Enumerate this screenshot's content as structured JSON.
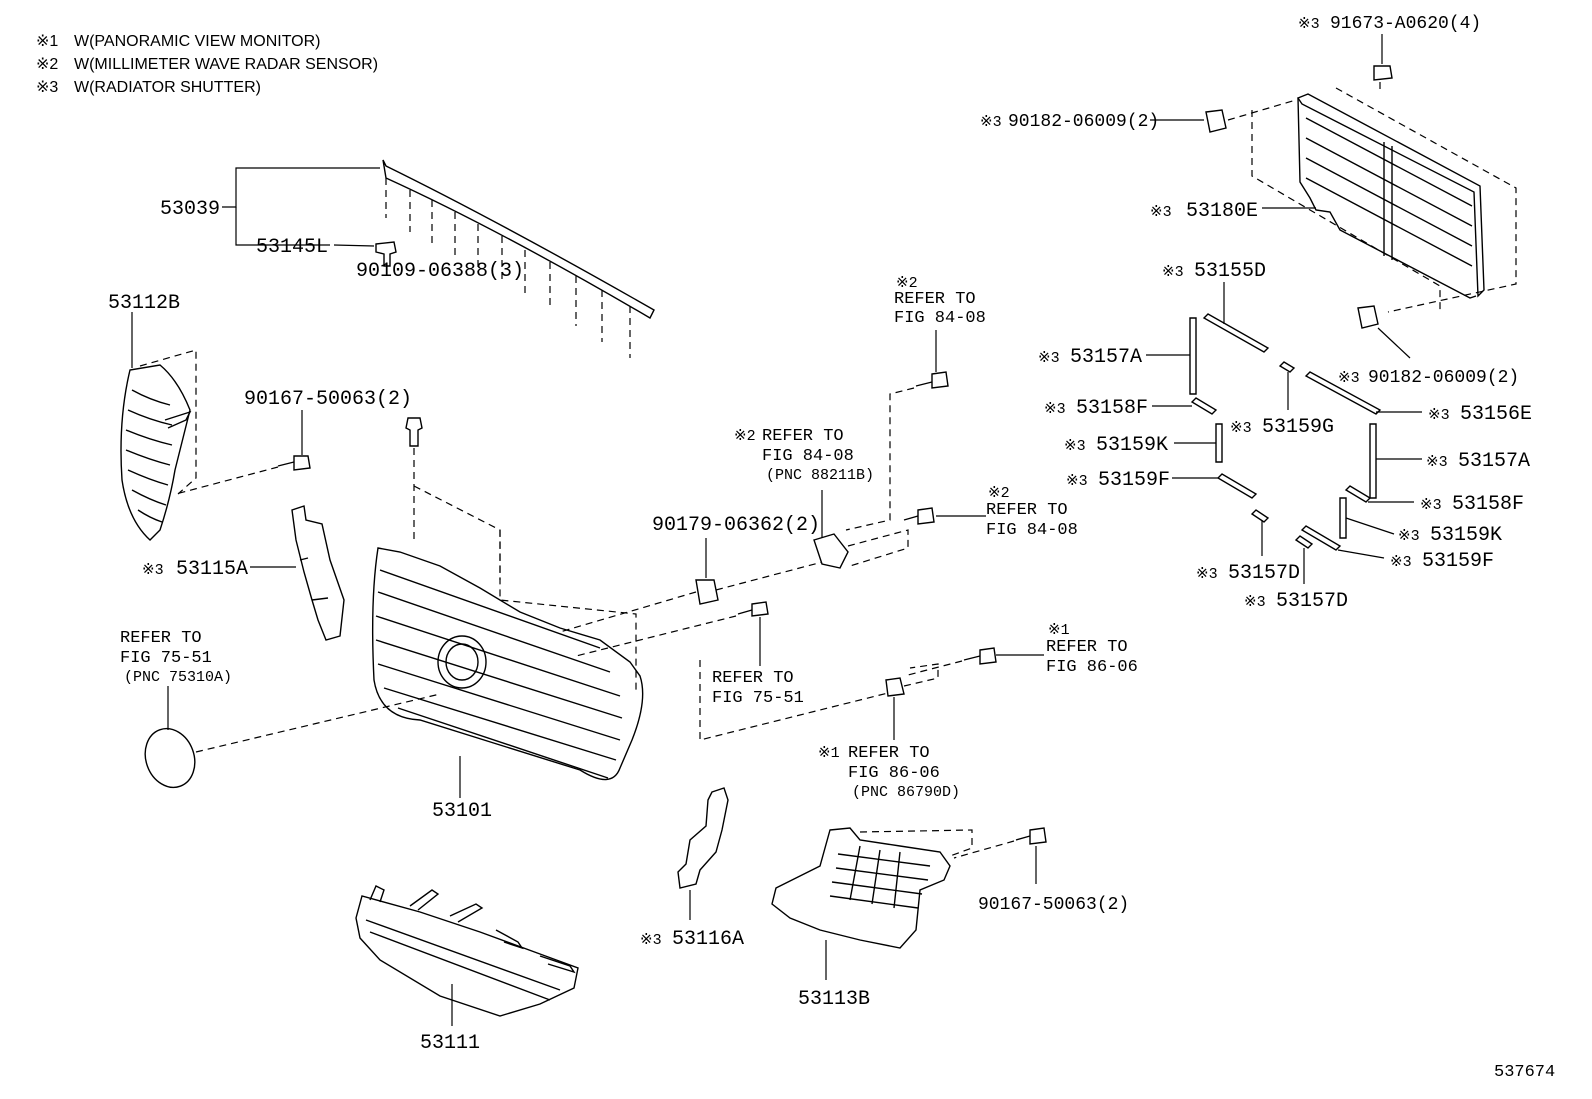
{
  "notes": [
    {
      "mark": "※1",
      "text": "W(PANORAMIC VIEW MONITOR)"
    },
    {
      "mark": "※2",
      "text": "W(MILLIMETER WAVE RADAR SENSOR)"
    },
    {
      "mark": "※3",
      "text": "W(RADIATOR SHUTTER)"
    }
  ],
  "labels": {
    "p53039": "53039",
    "p53145L": "53145L",
    "p53112B": "53112B",
    "p90167a": "90167-50063(2)",
    "p90109": "90109-06388(3)",
    "p53115A": "53115A",
    "ref7551_a1": "REFER TO",
    "ref7551_a2": "FIG 75-51",
    "ref7551_a3": "(PNC 75310A)",
    "p53101": "53101",
    "p53111": "53111",
    "p90179": "90179-06362(2)",
    "ref7551_b1": "REFER TO",
    "ref7551_b2": "FIG 75-51",
    "ref8408_a1": "REFER TO",
    "ref8408_a2": "FIG 84-08",
    "ref8408_b1": "REFER TO",
    "ref8408_b2": "FIG 84-08",
    "ref8408_b3": "(PNC 88211B)",
    "ref8408_c1": "REFER TO",
    "ref8408_c2": "FIG 84-08",
    "ref8606_a1": "REFER TO",
    "ref8606_a2": "FIG 86-06",
    "ref8606_b1": "REFER TO",
    "ref8606_b2": "FIG 86-06",
    "ref8606_b3": "(PNC 86790D)",
    "p53116A": "53116A",
    "p53113B": "53113B",
    "p90167b": "90167-50063(2)",
    "p91673": "91673-A0620(4)",
    "p90182a": "90182-06009(2)",
    "p53180E": "53180E",
    "p53155D": "53155D",
    "p90182b": "90182-06009(2)",
    "p53157A_l": "53157A",
    "p53158F_l": "53158F",
    "p53159G": "53159G",
    "p53156E": "53156E",
    "p53159K_l": "53159K",
    "p53157A_r": "53157A",
    "p53159F_l": "53159F",
    "p53158F_r": "53158F",
    "p53159K_r": "53159K",
    "p53159F_r": "53159F",
    "p53157D_a": "53157D",
    "p53157D_b": "53157D",
    "figure_number": "537674"
  },
  "marks": {
    "m1": "※1",
    "m2": "※2",
    "m3": "※3"
  }
}
